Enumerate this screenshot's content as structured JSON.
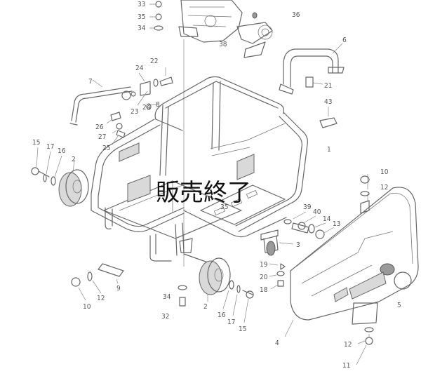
{
  "stamp": "販売終了",
  "callouts": {
    "c33": "33",
    "c35": "35",
    "c34top": "34",
    "c36": "36",
    "c38": "38",
    "c6": "6",
    "c22": "22",
    "c24a": "24",
    "c7": "7",
    "c21": "21",
    "c23": "23",
    "c24b": "24",
    "c8": "8",
    "c43": "43",
    "c26": "26",
    "c27": "27",
    "c25": "25",
    "c1": "1",
    "c15a": "15",
    "c17a": "17",
    "c16a": "16",
    "c2a": "2",
    "c10a": "10",
    "c12a": "12",
    "c39": "39",
    "c40": "40",
    "c14": "14",
    "c13": "13",
    "c3": "3",
    "c19": "19",
    "c20": "20",
    "c18": "18",
    "c9": "9",
    "c12b": "12",
    "c10b": "10",
    "c34b": "34",
    "c32": "32",
    "c2b": "2",
    "c16b": "16",
    "c17b": "17",
    "c15b": "15",
    "c5": "5",
    "c4": "4",
    "c12c": "12",
    "c11": "11",
    "c35b": "35"
  }
}
